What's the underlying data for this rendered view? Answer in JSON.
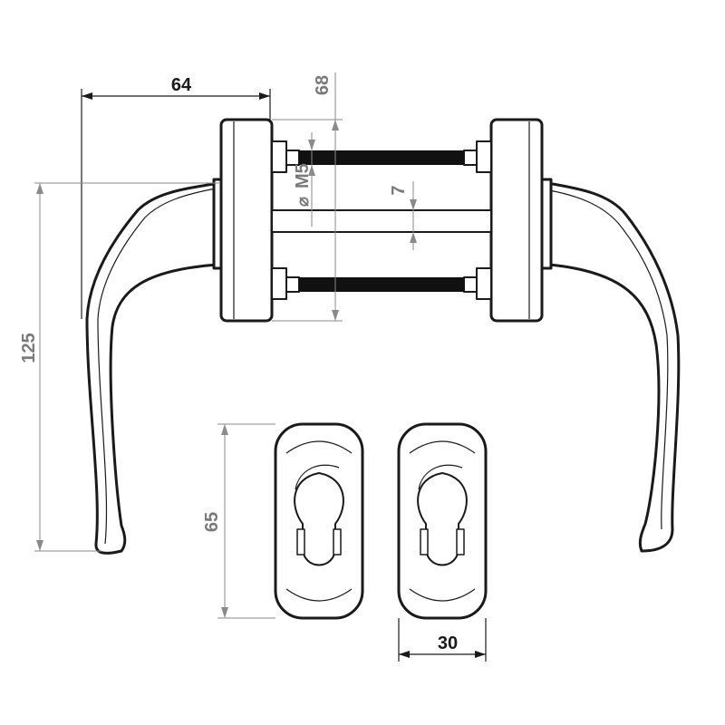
{
  "dimensions": {
    "handle_projection": "64",
    "spindle_length": "68",
    "screw_thread": "M5",
    "spindle_gap": "7",
    "handle_height": "125",
    "rosette_height": "65",
    "rosette_width": "30"
  },
  "symbols": {
    "diameter": "⌀"
  },
  "colors": {
    "outline": "#1a1a1a",
    "dimension": "#8a8a8a",
    "bolt": "#111111"
  }
}
